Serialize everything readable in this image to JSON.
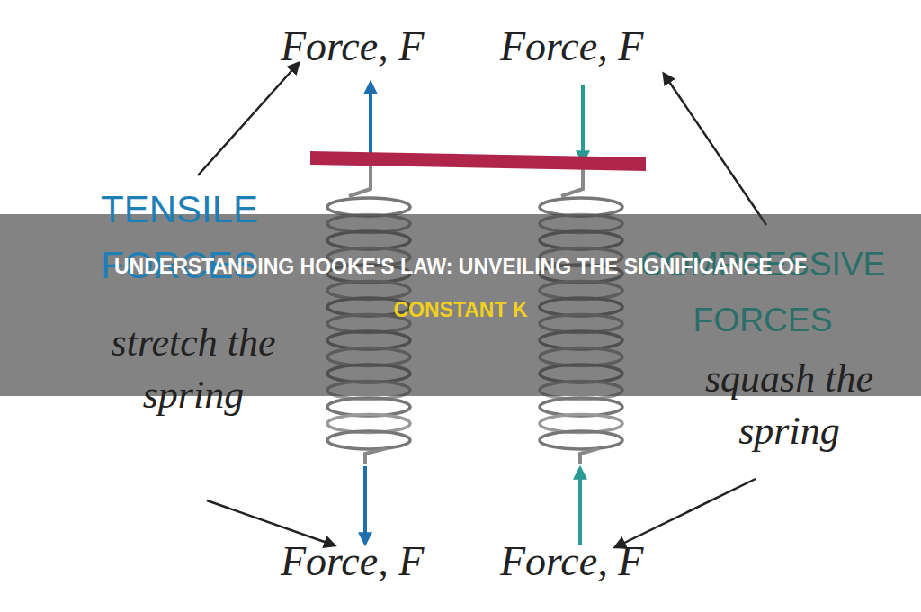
{
  "diagram": {
    "title": "UNDERSTANDING HOOKE'S LAW: UNVEILING THE SIGNIFICANCE OF CONSTANT K",
    "labels": [
      "Force, F",
      "Force, F",
      "TENSILE FORCES",
      "stretch the spring",
      "COMPRESSIVE FORCES",
      "squash the spring",
      "Force, F",
      "Force, F"
    ]
  }
}
